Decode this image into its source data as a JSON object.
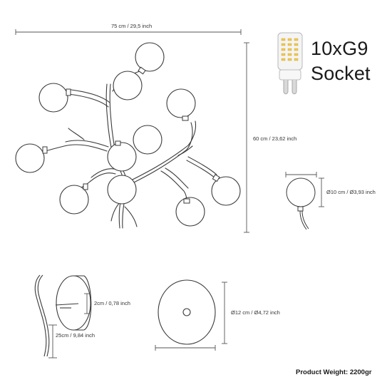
{
  "dimensions": {
    "width": "75 cm / 29,5 inch",
    "height": "60 cm / 23,62 inch",
    "globe_diameter": "Ø10 cm / Ø3,93 inch",
    "arm_depth": "2cm / 0,78 inch",
    "wall_depth": "25cm / 9,84 inch",
    "canopy_diameter": "Ø12 cm / Ø4,72 inch"
  },
  "bulb": {
    "quantity_type": "10xG9",
    "socket": "Socket"
  },
  "weight": "Product Weight: 2200gr"
}
